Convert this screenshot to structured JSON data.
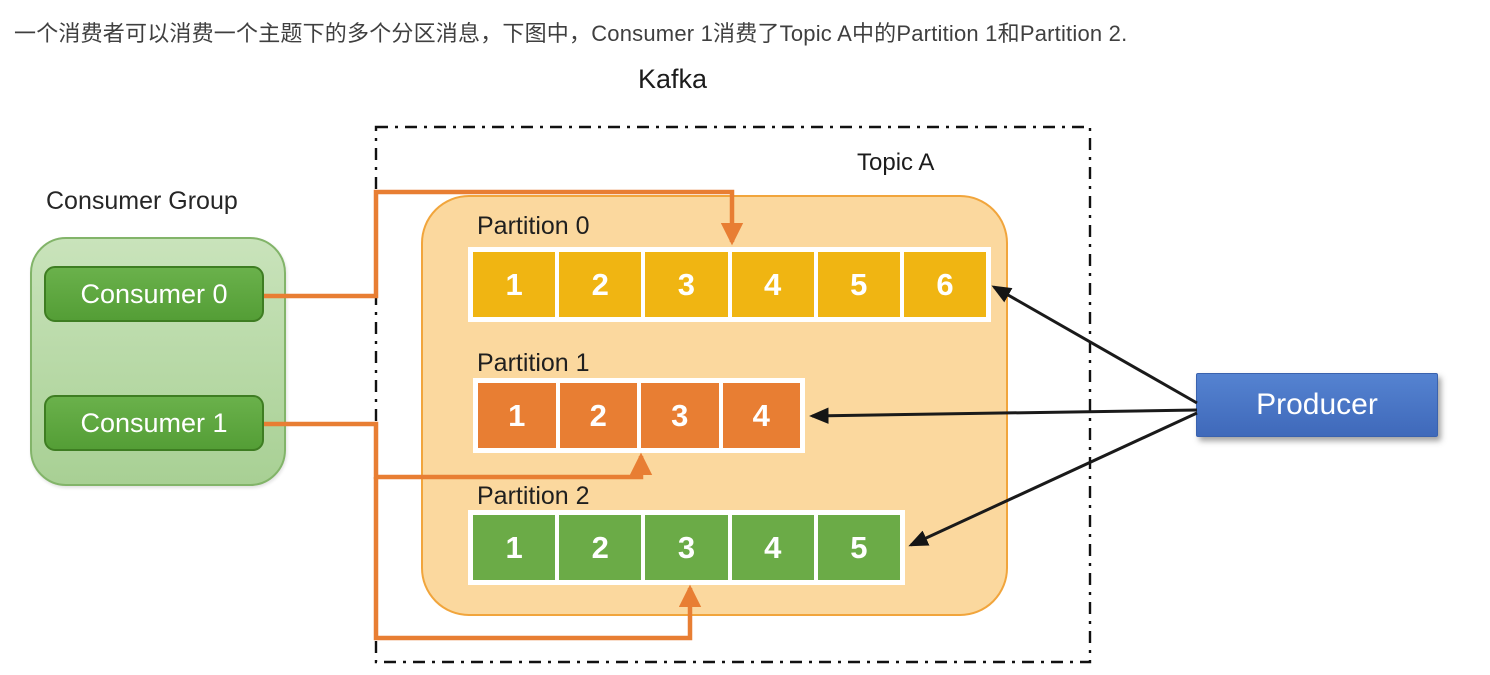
{
  "caption": "一个消费者可以消费一个主题下的多个分区消息，下图中，Consumer 1消费了Topic A中的Partition 1和Partition 2.",
  "kafka": {
    "label": "Kafka"
  },
  "topic": {
    "label": "Topic A",
    "container_fill": "#FBD89E",
    "container_border": "#F1A53C"
  },
  "partitions": [
    {
      "label": "Partition 0",
      "color": "#F0B512",
      "cells": [
        "1",
        "2",
        "3",
        "4",
        "5",
        "6"
      ]
    },
    {
      "label": "Partition 1",
      "color": "#E87E33",
      "cells": [
        "1",
        "2",
        "3",
        "4"
      ]
    },
    {
      "label": "Partition 2",
      "color": "#6BAB47",
      "cells": [
        "1",
        "2",
        "3",
        "4",
        "5"
      ]
    }
  ],
  "consumer_group": {
    "label": "Consumer Group",
    "box_fill": "#B9D9A8",
    "button_fill": "#5FA943",
    "members": [
      {
        "label": "Consumer 0"
      },
      {
        "label": "Consumer 1"
      }
    ]
  },
  "producer": {
    "label": "Producer",
    "color": "#4472C4"
  },
  "arrows": {
    "consumer_arrow_color": "#E87E33",
    "producer_arrow_color": "#1A1A1A",
    "consumer0_consumes": "Partition 0",
    "consumer1_consumes": "Partition 1, Partition 2",
    "producer_writes_to": "Partition 0, Partition 1, Partition 2"
  }
}
